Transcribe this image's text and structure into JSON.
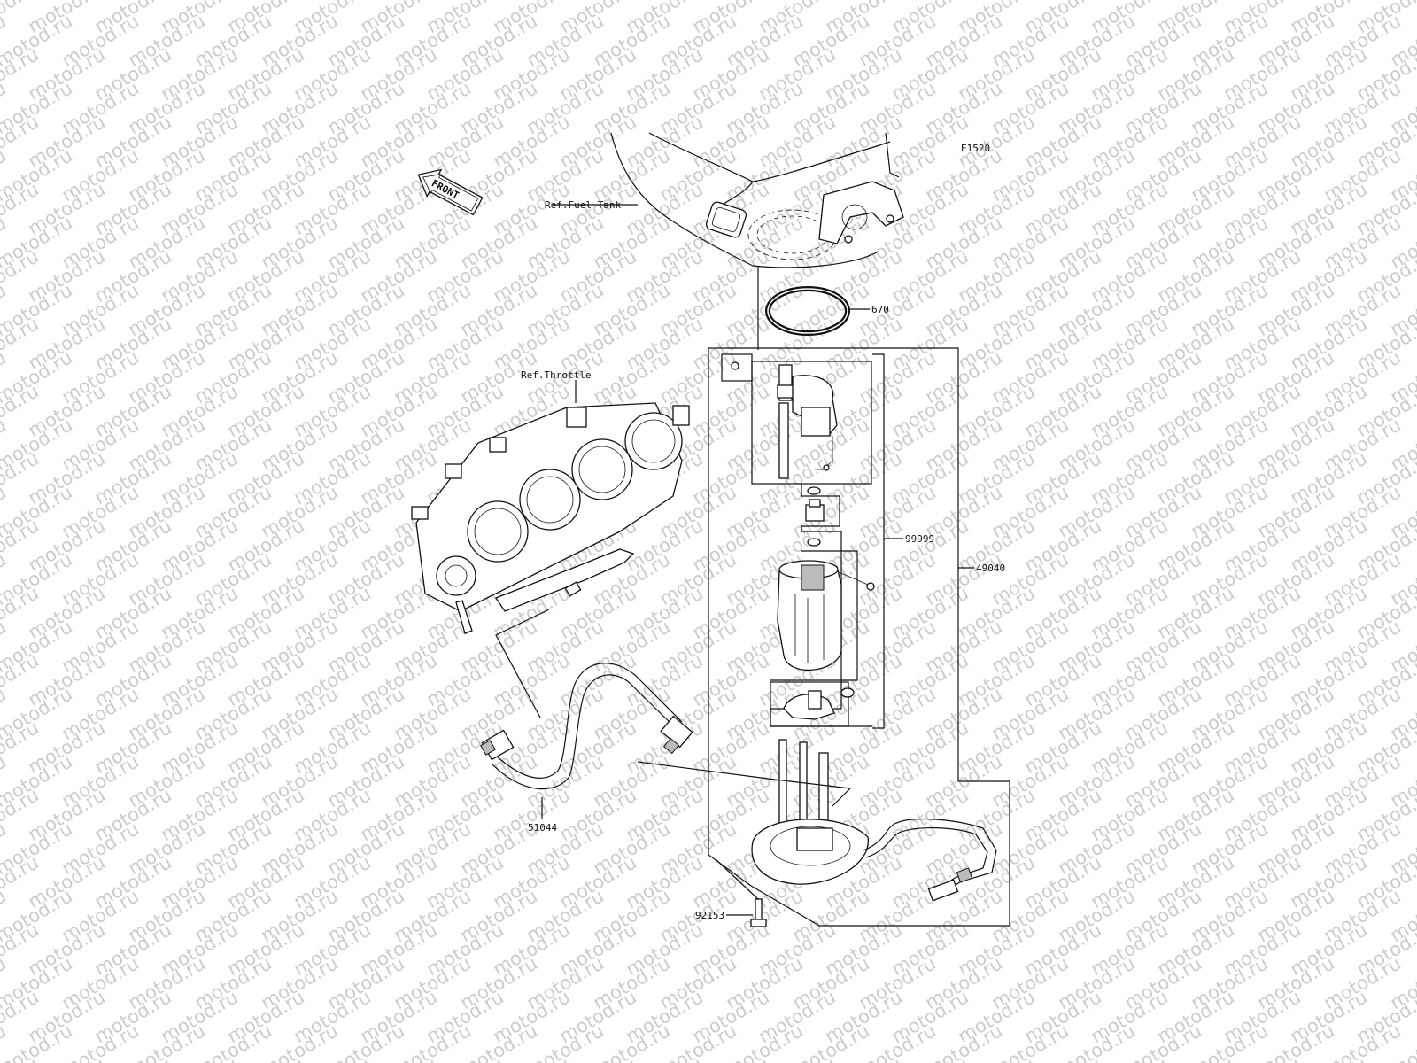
{
  "watermark": "motod.ru",
  "diagram_code": "E1520",
  "front_arrow_label": "FRONT",
  "refs": {
    "fuel_tank": "Ref.Fuel Tank",
    "throttle": "Ref.Throttle"
  },
  "callouts": {
    "o_ring": "670",
    "pump_assy": "99999",
    "pump_unit": "49040",
    "hose": "51044",
    "bolt": "92153"
  }
}
